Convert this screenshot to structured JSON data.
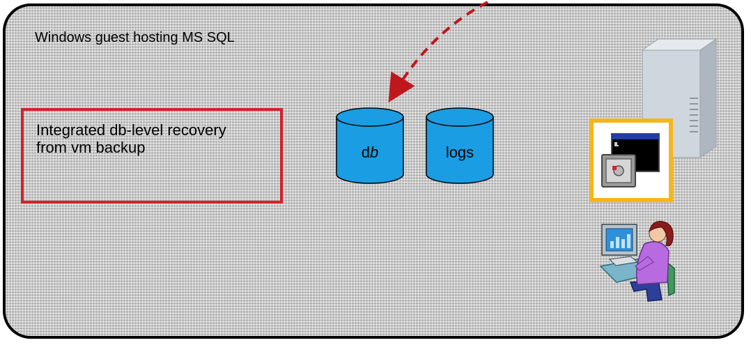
{
  "guest": {
    "title": "Windows guest hosting MS SQL"
  },
  "recovery": {
    "text": "Integrated db-level recovery from vm backup"
  },
  "storage": {
    "db_label_prefix": "d",
    "db_label_italic": "b",
    "logs_label": "logs"
  },
  "icons": {
    "server": "server-tower-icon",
    "console": "command-console-icon",
    "user": "user-at-workstation-icon"
  },
  "colors": {
    "outline": "#000000",
    "recovery_border": "#d1232a",
    "arrow": "#c0171d",
    "cylinder_fill": "#1a9de2",
    "console_frame": "#f6b51a"
  }
}
